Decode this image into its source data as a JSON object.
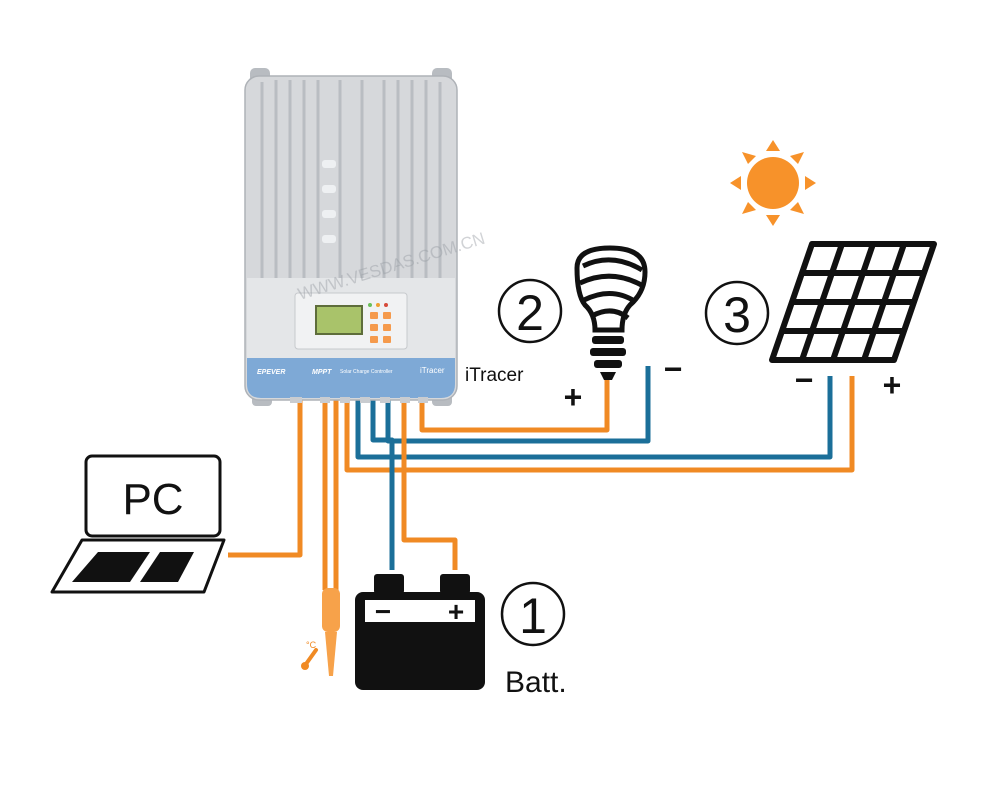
{
  "controller": {
    "brand": "EPEVER",
    "product_line": "MPPT",
    "subtitle": "Solar Charge Controller",
    "model_badge": "iTracer",
    "model_label": "iTracer"
  },
  "watermark": "WWW.VESDAS.COM.CN",
  "load": {
    "number": "2",
    "plus": "+",
    "minus": "−"
  },
  "solar_panel": {
    "number": "3",
    "plus": "+",
    "minus": "−"
  },
  "battery": {
    "number": "1",
    "plus": "+",
    "minus": "−",
    "label": "Batt."
  },
  "pc": {
    "label": "PC"
  },
  "temp_sensor": {
    "unit": "°C"
  },
  "colors": {
    "positive_wire": "#f08a24",
    "negative_wire": "#1b6f99",
    "controller_body": "#d6d8db",
    "controller_band": "#7ea9d6",
    "sun": "#f7922a",
    "screen": "#a9c36a",
    "keypad": "#f59a4c"
  }
}
